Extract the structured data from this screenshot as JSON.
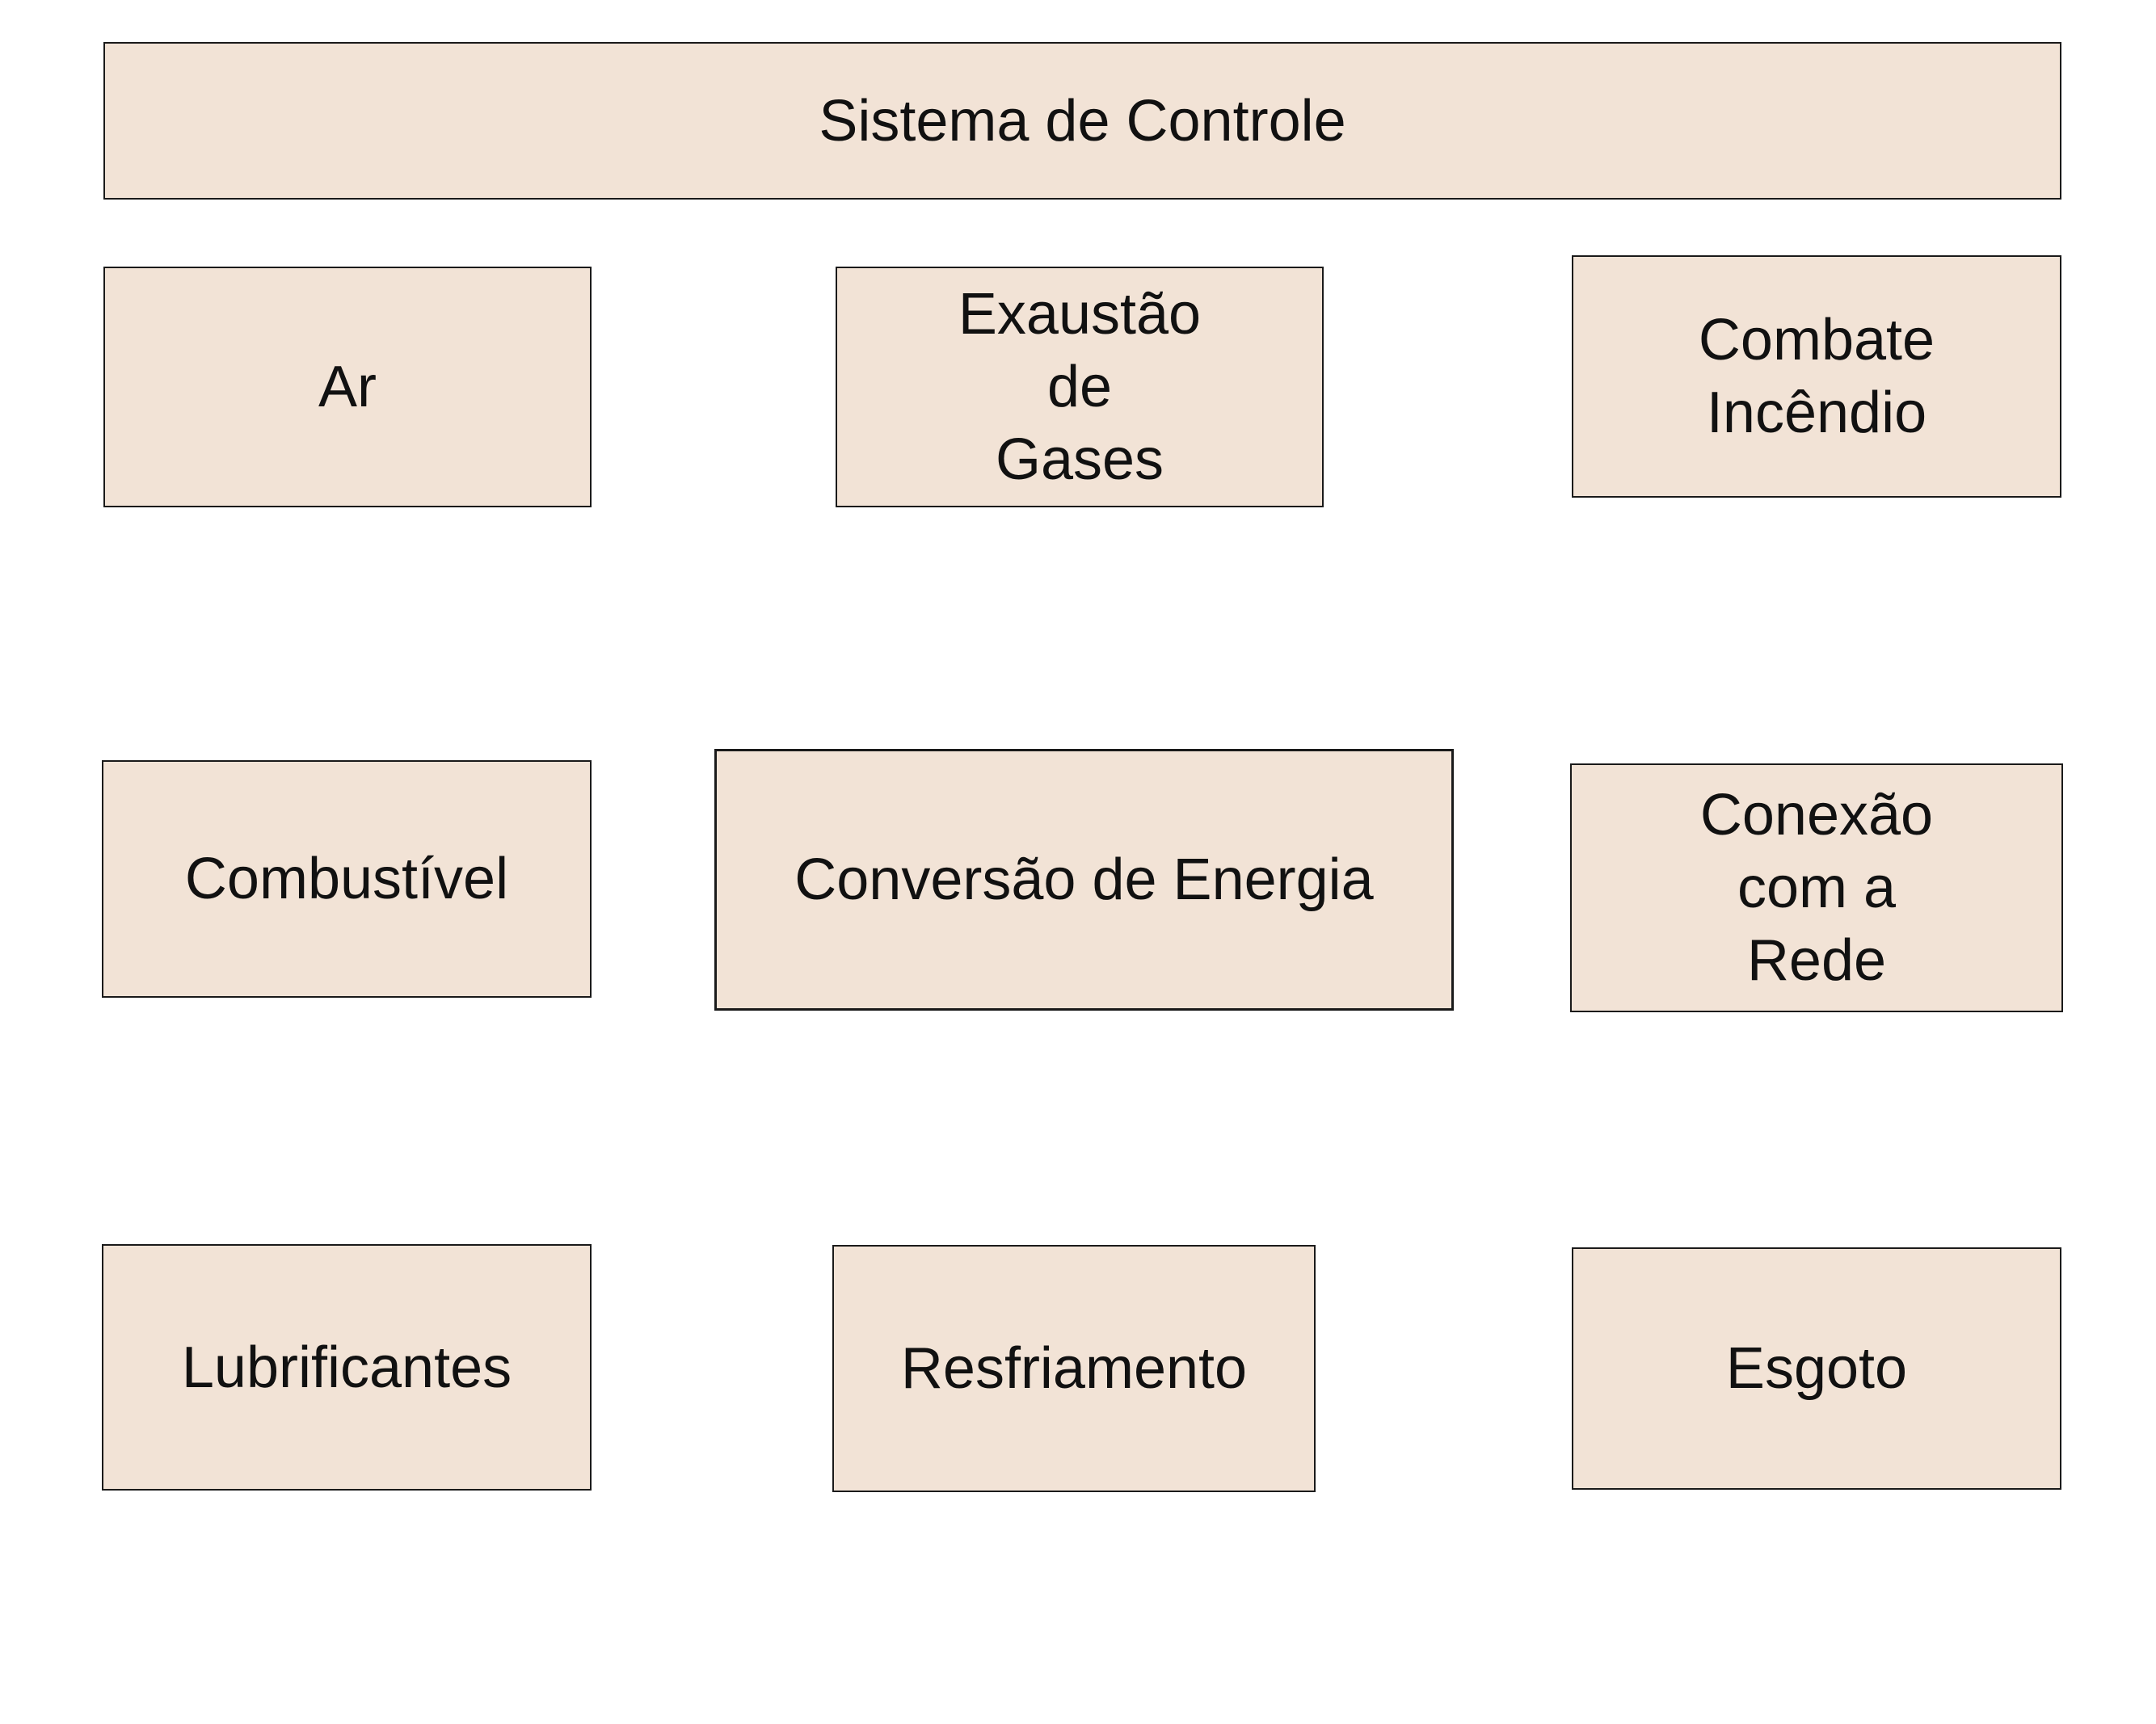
{
  "diagram": {
    "control_system": "Sistema de Controle",
    "air": "Ar",
    "exhaust": [
      "Exaustão",
      "de",
      "Gases"
    ],
    "fire_fighting": [
      "Combate",
      "Incêndio"
    ],
    "fuel": "Combustível",
    "energy_conversion": "Conversão de Energia",
    "grid_connection": [
      "Conexão",
      "com a",
      "Rede"
    ],
    "lubricants": "Lubrificantes",
    "cooling": "Resfriamento",
    "sewage": "Esgoto"
  },
  "colors": {
    "box_fill": "#f2e3d6",
    "box_border": "#1a1a1a",
    "text": "#111111",
    "background": "#ffffff"
  }
}
